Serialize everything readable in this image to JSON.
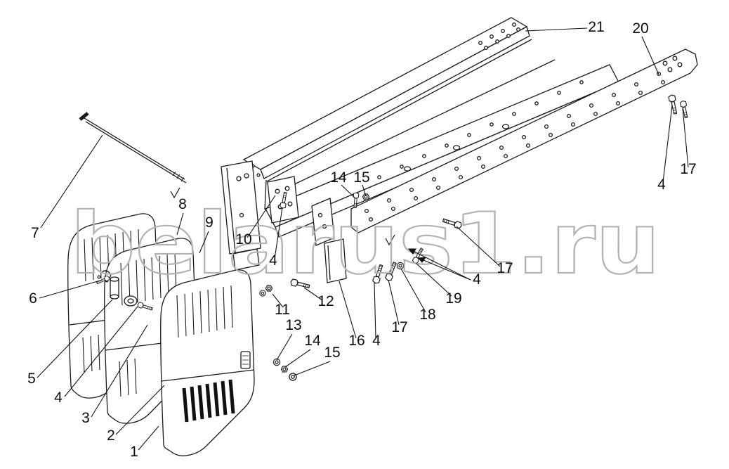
{
  "watermark": {
    "text": "belarus1.ru"
  },
  "labels": {
    "k21": "21",
    "k20": "20",
    "k7": "7",
    "k8": "8",
    "k9": "9",
    "k10": "10",
    "k4a": "4",
    "k6": "6",
    "k5": "5",
    "k4b": "4",
    "k3": "3",
    "k2": "2",
    "k1": "1",
    "k11": "11",
    "k12": "12",
    "k13": "13",
    "k14b": "14",
    "k15b": "15",
    "k16": "16",
    "k4c": "4",
    "k17b": "17",
    "k18": "18",
    "k19": "19",
    "k14a": "14",
    "k15a": "15",
    "k17c": "17",
    "k4d": "4",
    "k4e": "4",
    "k17d": "17"
  }
}
